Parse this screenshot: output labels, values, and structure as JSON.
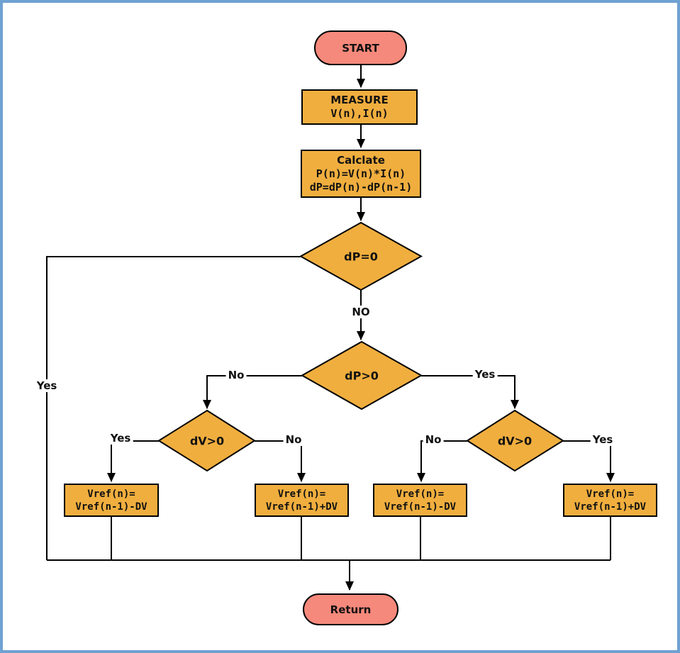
{
  "colors": {
    "frame_blue": "#6FA1D2",
    "node_fill_orange": "#F0AE3E",
    "node_fill_red": "#F5897B",
    "connector_black": "#000000"
  },
  "nodes": {
    "start": {
      "label": "START"
    },
    "measure": {
      "title": "MEASURE",
      "code1": "V(n),I(n)"
    },
    "calculate": {
      "title": "Calclate",
      "code1": "P(n)=V(n)*I(n)",
      "code2": "dP=dP(n)-dP(n-1)"
    },
    "dp_zero": {
      "label": "dP=0"
    },
    "dp_pos": {
      "label": "dP>0"
    },
    "dv_left": {
      "label": "dV>0"
    },
    "dv_right": {
      "label": "dV>0"
    },
    "vref1": {
      "code1": "Vref(n)=",
      "code2": "Vref(n-1)-DV"
    },
    "vref2": {
      "code1": "Vref(n)=",
      "code2": "Vref(n-1)+DV"
    },
    "vref3": {
      "code1": "Vref(n)=",
      "code2": "Vref(n-1)-DV"
    },
    "vref4": {
      "code1": "Vref(n)=",
      "code2": "Vref(n-1)+DV"
    },
    "return": {
      "label": "Return"
    }
  },
  "edge_labels": {
    "dp_zero_yes": "Yes",
    "dp_zero_no": "NO",
    "dp_pos_no": "No",
    "dp_pos_yes": "Yes",
    "dv_left_yes": "Yes",
    "dv_left_no": "No",
    "dv_right_no": "No",
    "dv_right_yes": "Yes"
  }
}
